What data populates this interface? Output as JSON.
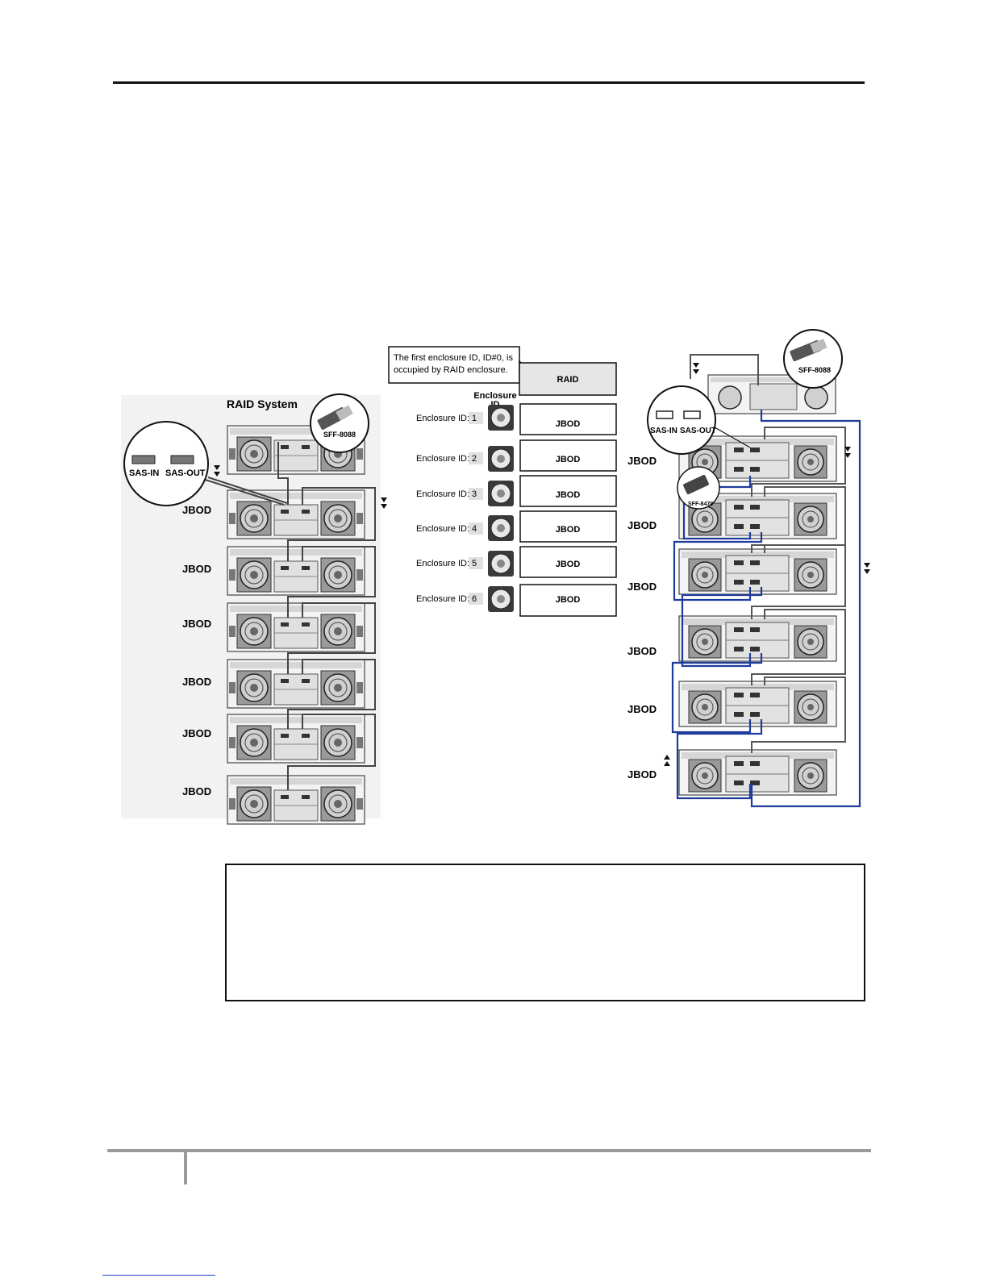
{
  "left_diagram": {
    "title": "RAID System",
    "connector_label": "SFF-8088",
    "port_labels": {
      "sas_in": "SAS-IN",
      "sas_out": "SAS-OUT"
    },
    "jbod_labels": [
      "JBOD",
      "JBOD",
      "JBOD",
      "JBOD",
      "JBOD",
      "JBOD"
    ]
  },
  "middle_diagram": {
    "callout_text_line1": "The first enclosure ID, ID#0, is",
    "callout_text_line2": "occupied by RAID enclosure.",
    "raid_label": "RAID",
    "id_header_line1": "Enclosure",
    "id_header_line2": "ID",
    "rows": [
      {
        "label": "Enclosure ID:",
        "value": "1",
        "box": "JBOD"
      },
      {
        "label": "Enclosure ID:",
        "value": "2",
        "box": "JBOD"
      },
      {
        "label": "Enclosure ID:",
        "value": "3",
        "box": "JBOD"
      },
      {
        "label": "Enclosure ID:",
        "value": "4",
        "box": "JBOD"
      },
      {
        "label": "Enclosure ID:",
        "value": "5",
        "box": "JBOD"
      },
      {
        "label": "Enclosure ID:",
        "value": "6",
        "box": "JBOD"
      }
    ]
  },
  "right_diagram": {
    "top_connector_label": "SFF-8088",
    "port_labels": {
      "sas_in": "SAS-IN",
      "sas_out": "SAS-OUT"
    },
    "cable_connector_label": "SFF-8470",
    "jbod_labels": [
      "JBOD",
      "JBOD",
      "JBOD",
      "JBOD",
      "JBOD",
      "JBOD"
    ]
  },
  "colors": {
    "cable_gray": "#555555",
    "cable_blue": "#1f3c9c",
    "box_fill": "#e6e6e6"
  }
}
